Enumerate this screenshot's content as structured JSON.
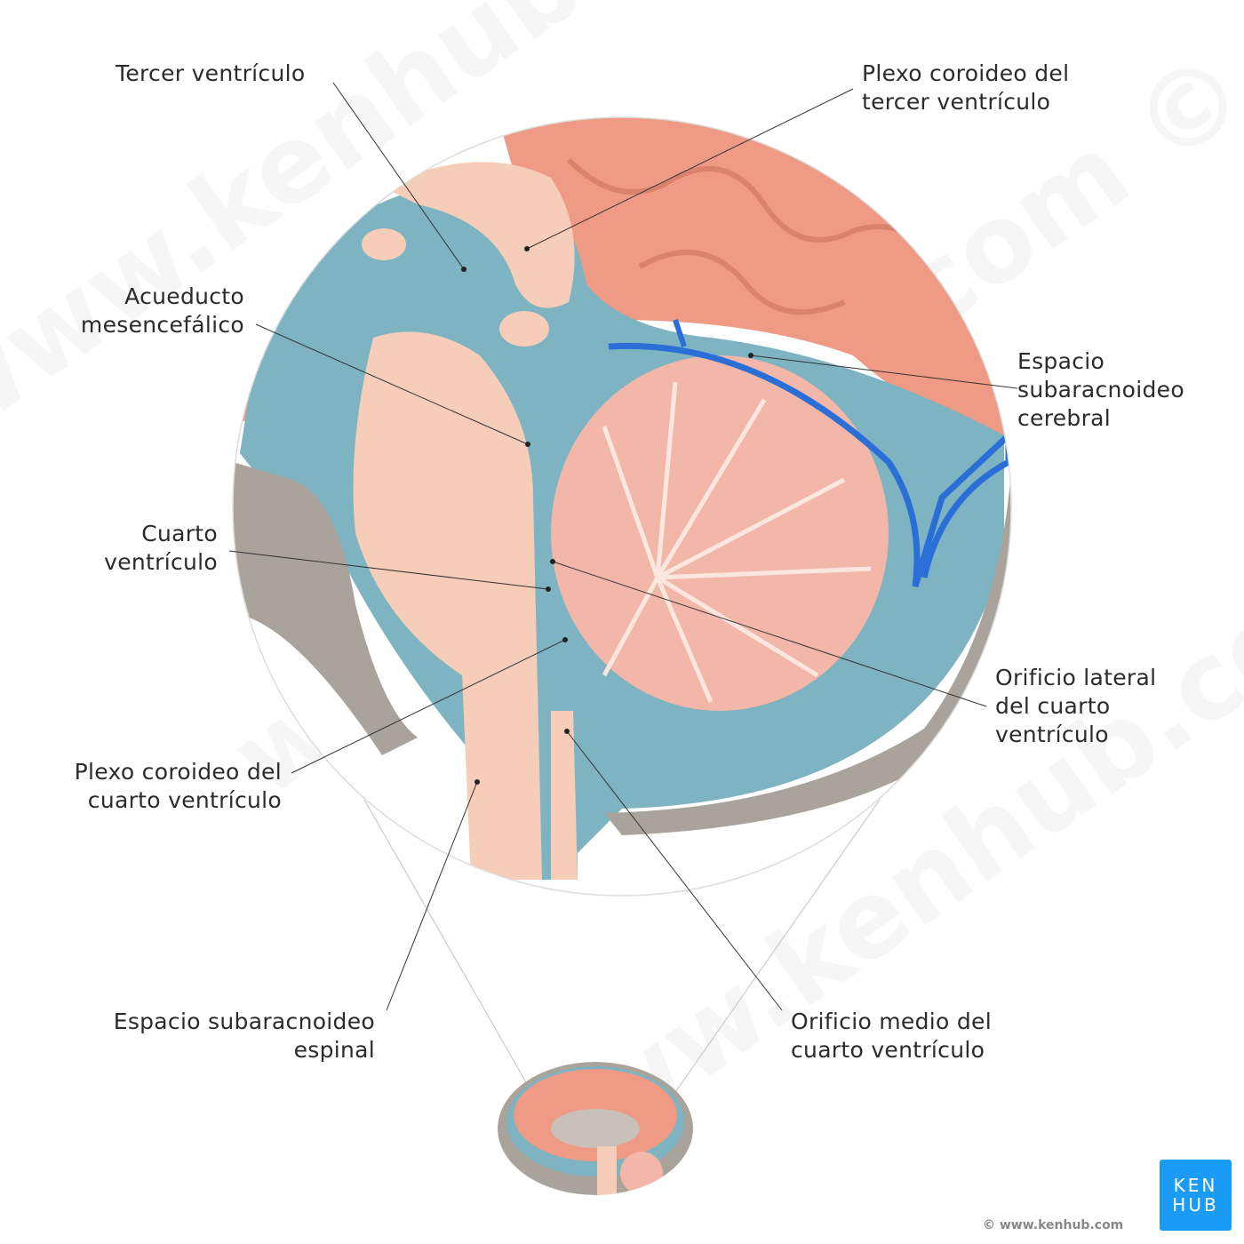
{
  "labels": {
    "tercer_ventriculo": "Tercer ventrículo",
    "plexo_tercer": [
      "Plexo coroideo del",
      "tercer ventrículo"
    ],
    "acueducto": [
      "Acueducto",
      "mesencefálico"
    ],
    "espacio_cerebral": [
      "Espacio",
      "subaracnoideo",
      "cerebral"
    ],
    "cuarto_ventriculo": [
      "Cuarto",
      "ventrículo"
    ],
    "orificio_lateral": [
      "Orificio lateral",
      "del cuarto",
      "ventrículo"
    ],
    "plexo_cuarto": [
      "Plexo coroideo del",
      "cuarto ventrículo"
    ],
    "espacio_espinal": [
      "Espacio subaracnoideo",
      "espinal"
    ],
    "orificio_medio": [
      "Orificio medio del",
      "cuarto ventrículo"
    ]
  },
  "logo": {
    "line1": "KEN",
    "line2": "HUB"
  },
  "copyright": "© www.kenhub.com",
  "watermark": "www.kenhub.com ©",
  "colors": {
    "csf": "#7eb3c2",
    "brain": "#f6cdb8",
    "cortex": "#ee9a84",
    "bone": "#a9a39c",
    "vein": "#2a6fd8",
    "logo": "#1a9bf5"
  }
}
